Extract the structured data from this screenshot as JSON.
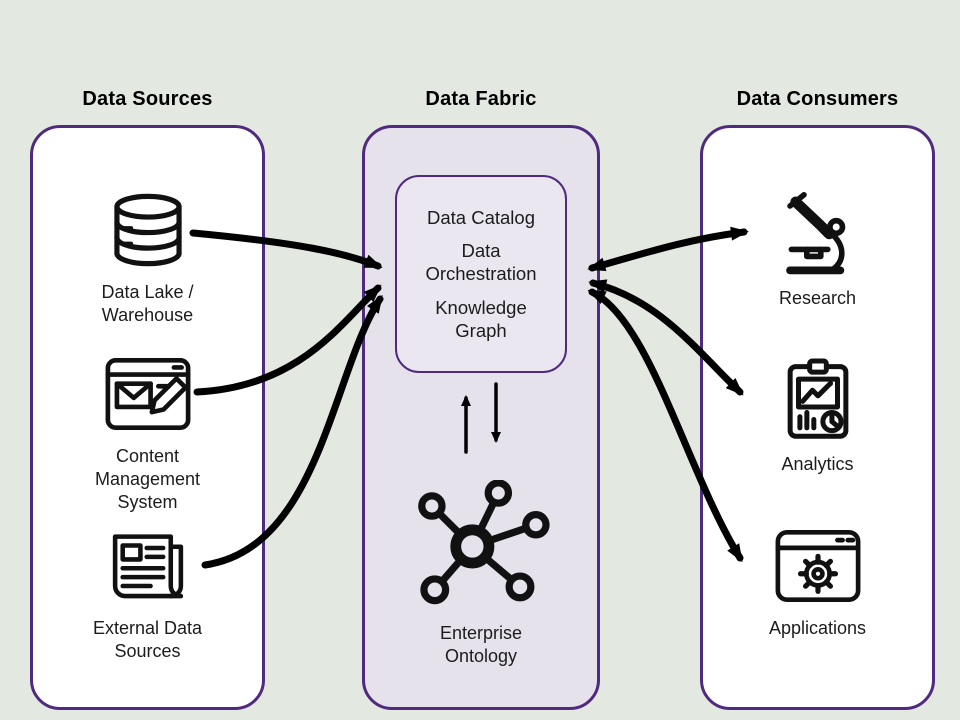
{
  "diagram": {
    "background_color": "#e3e8e0",
    "colors": {
      "panel_border": "#4f2a7f",
      "panel_fill": "#ffffff",
      "fabric_fill": "#e6e2ec",
      "core_box_fill": "#eae7f0",
      "arrow": "#000000",
      "text": "#1c1c1c"
    },
    "sources": {
      "title": "Data Sources",
      "items": [
        {
          "icon": "database-icon",
          "label": "Data Lake / Warehouse"
        },
        {
          "icon": "cms-icon",
          "label": "Content Management System"
        },
        {
          "icon": "newspaper-icon",
          "label": "External Data Sources"
        }
      ]
    },
    "fabric": {
      "title": "Data Fabric",
      "core": [
        "Data Catalog",
        "Data Orchestration",
        "Knowledge Graph"
      ],
      "ontology_label": "Enterprise Ontology"
    },
    "consumers": {
      "title": "Data Consumers",
      "items": [
        {
          "icon": "microscope-icon",
          "label": "Research"
        },
        {
          "icon": "analytics-icon",
          "label": "Analytics"
        },
        {
          "icon": "applications-icon",
          "label": "Applications"
        }
      ]
    }
  }
}
